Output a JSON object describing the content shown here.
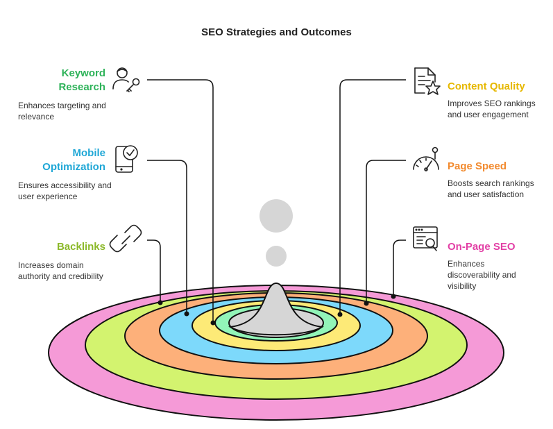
{
  "title": "SEO Strategies and Outcomes",
  "colors": {
    "pink": "#f59ad7",
    "lime": "#d3f36f",
    "orange": "#fdb07a",
    "blue": "#7dd9fb",
    "yellow": "#fdea77",
    "green": "#92f5b8",
    "gray": "#d6d6d6",
    "keyword": "#2fb35a",
    "mobile": "#1fa7d6",
    "backlinks": "#8cb92a",
    "content": "#e6b800",
    "speed": "#f28a2e",
    "onpage": "#e23fa5"
  },
  "left_items": [
    {
      "id": "keyword",
      "title_line1": "Keyword",
      "title_line2": "Research",
      "desc": "Enhances targeting and relevance",
      "icon": "user-key-icon"
    },
    {
      "id": "mobile",
      "title_line1": "Mobile",
      "title_line2": "Optimization",
      "desc": "Ensures accessibility and user experience",
      "icon": "phone-check-icon"
    },
    {
      "id": "backlinks",
      "title_line1": "Backlinks",
      "title_line2": "",
      "desc": "Increases domain authority and credibility",
      "icon": "chain-link-icon"
    }
  ],
  "right_items": [
    {
      "id": "content",
      "title": "Content Quality",
      "desc": "Improves SEO rankings and user engagement",
      "icon": "document-star-icon"
    },
    {
      "id": "speed",
      "title": "Page Speed",
      "desc": "Boosts search rankings and user satisfaction",
      "icon": "speedometer-icon"
    },
    {
      "id": "onpage",
      "title": "On-Page SEO",
      "desc": "Enhances discoverability and visibility",
      "icon": "browser-search-icon"
    }
  ]
}
